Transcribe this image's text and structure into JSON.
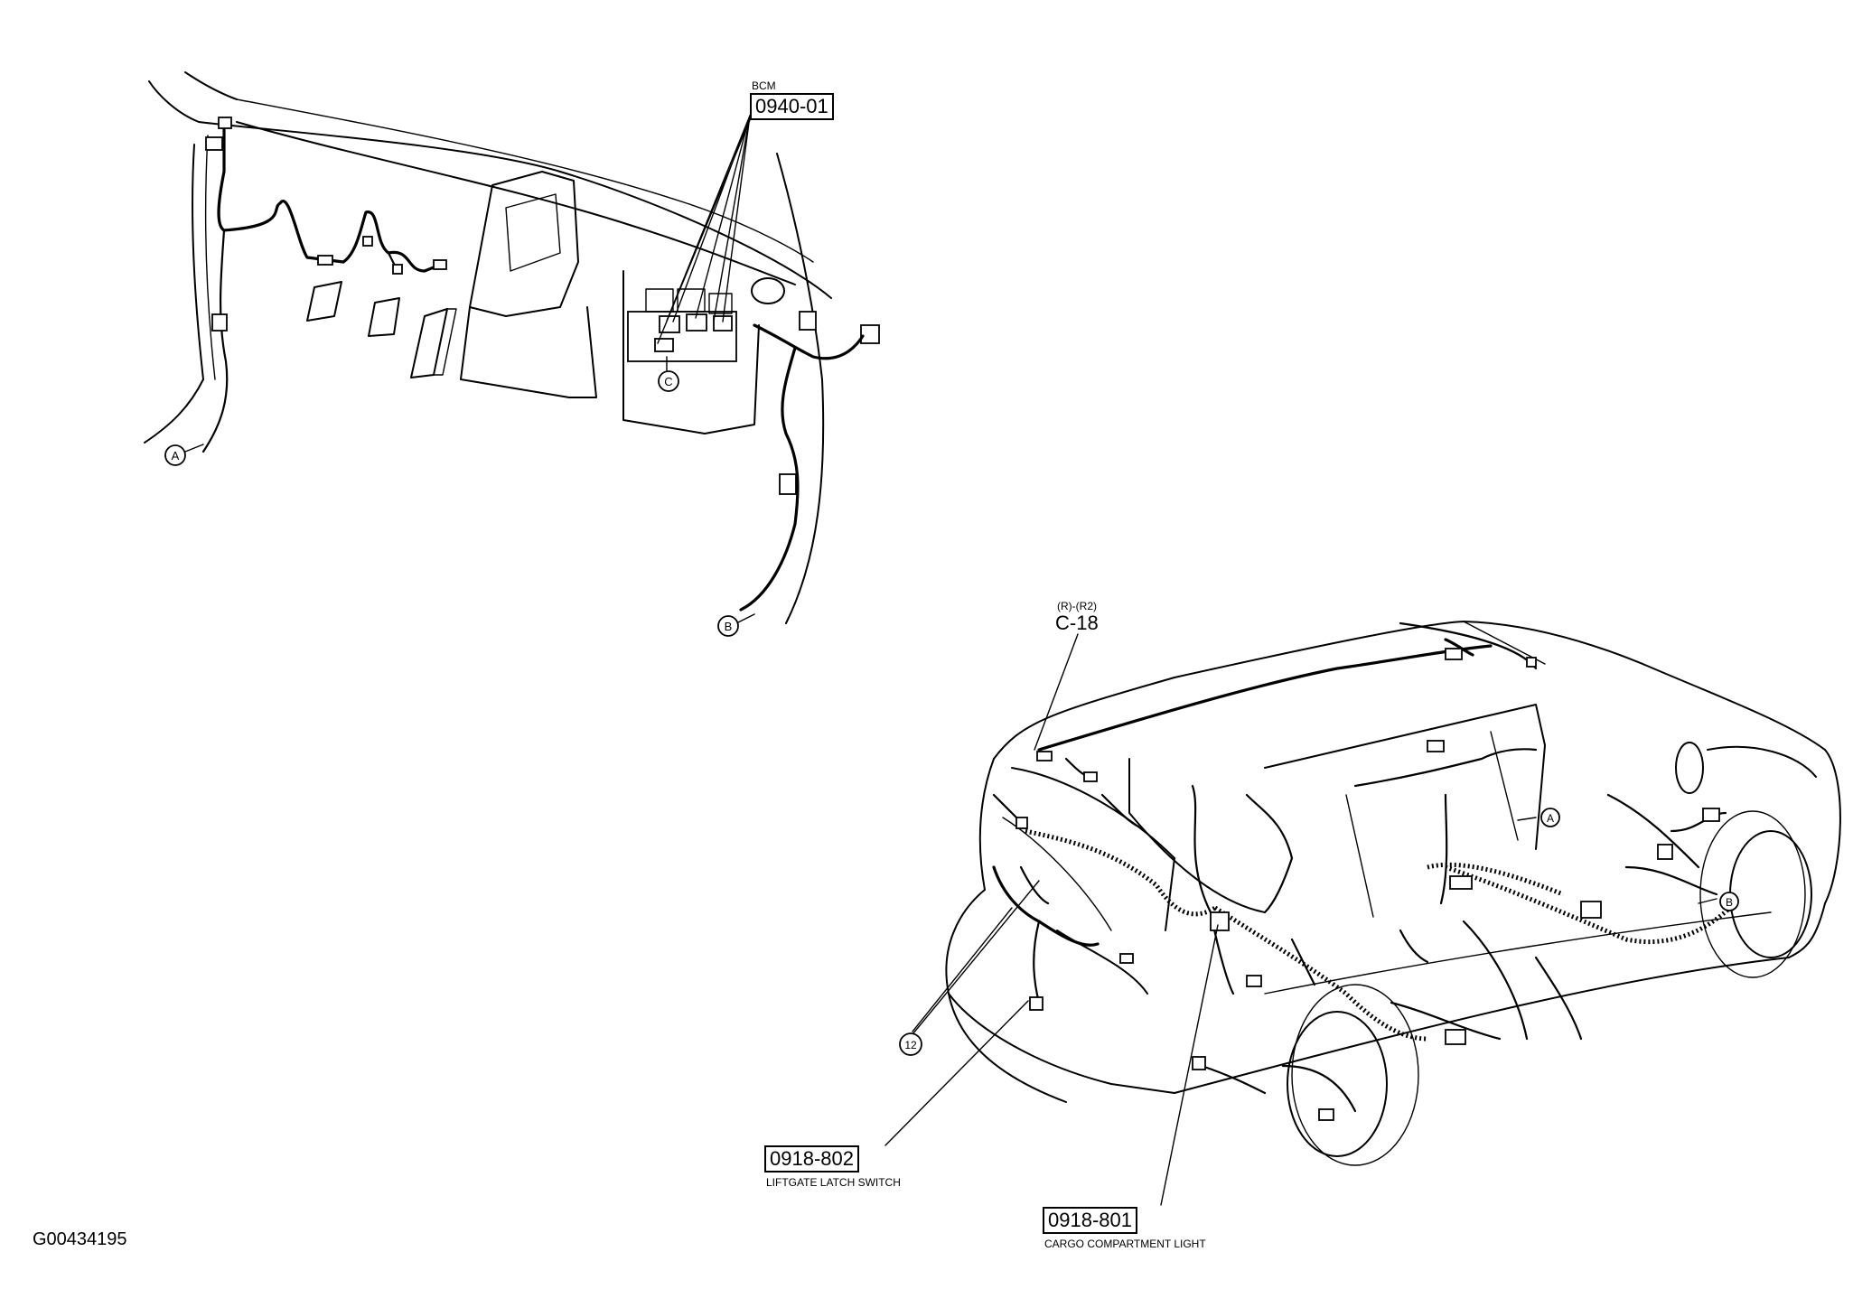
{
  "labels": {
    "bcm": {
      "name": "BCM",
      "code": "0940-01"
    },
    "liftgate": {
      "code": "0918-802",
      "name": "LIFTGATE LATCH SWITCH"
    },
    "cargo": {
      "code": "0918-801",
      "name": "CARGO COMPARTMENT LIGHT"
    },
    "c18": {
      "qualifier": "(R)-(R2)",
      "code": "C-18"
    },
    "ground_ref": "12",
    "figure_id": "G00434195"
  },
  "markers": {
    "top_a": "A",
    "top_b": "B",
    "top_c": "C",
    "car_a": "A",
    "car_b": "B"
  }
}
